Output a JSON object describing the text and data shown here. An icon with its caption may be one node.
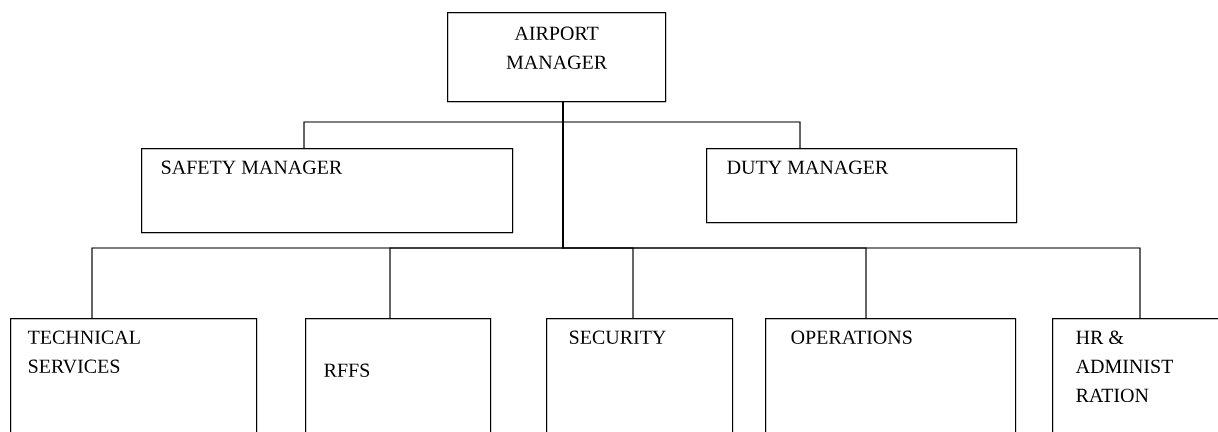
{
  "diagram": {
    "nodes": [
      {
        "text": [
          "AIRPORT MANAGER"
        ]
      },
      {
        "text": [
          "SAFETY MANAGER"
        ]
      },
      {
        "text": [
          "DUTY MANAGER"
        ]
      },
      {
        "text": [
          "TECHNICAL SERVICES"
        ]
      },
      {
        "text": [
          "RFFS"
        ]
      },
      {
        "text": [
          "SECURITY"
        ]
      },
      {
        "text": [
          "OPERATIONS"
        ]
      },
      {
        "text": [
          "HR & ADMINIST RATION"
        ]
      }
    ],
    "edges": [
      {
        "from": 0,
        "to": 1,
        "arrow": "none"
      },
      {
        "from": 0,
        "to": 2,
        "arrow": "none"
      },
      {
        "from": 0,
        "to": 3,
        "arrow": "none"
      },
      {
        "from": 0,
        "to": 4,
        "arrow": "none"
      },
      {
        "from": 0,
        "to": 5,
        "arrow": "none"
      },
      {
        "from": 0,
        "to": 6,
        "arrow": "none"
      },
      {
        "from": 0,
        "to": 7,
        "arrow": "none"
      }
    ]
  }
}
